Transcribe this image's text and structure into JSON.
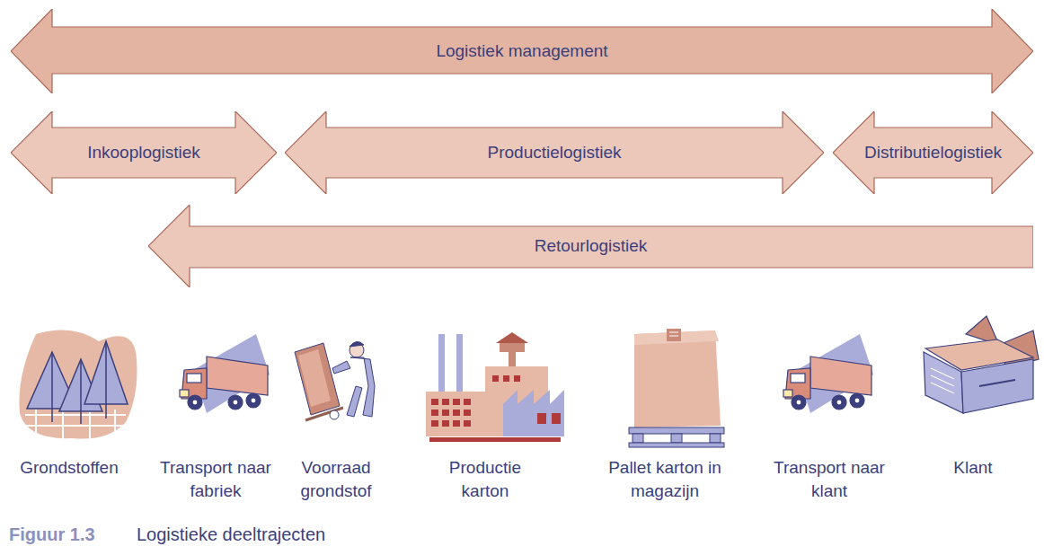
{
  "diagram": {
    "caption": "Logistieke deeltrajecten",
    "nodes": [
      {
        "text": [
          "Logistiek management"
        ]
      },
      {
        "text": [
          "Inkooplogistiek"
        ]
      },
      {
        "text": [
          "Productielogistiek"
        ]
      },
      {
        "text": [
          "Distributielogistiek"
        ]
      },
      {
        "text": [
          "Retourlogistiek"
        ]
      }
    ],
    "labels": [
      "Grondstoffen",
      "Transport naar fabriek",
      "Voorraad grondstof",
      "Productie karton",
      "Pallet karton in magazijn",
      "Transport naar klant",
      "Klant",
      "Figuur 1.3"
    ]
  }
}
